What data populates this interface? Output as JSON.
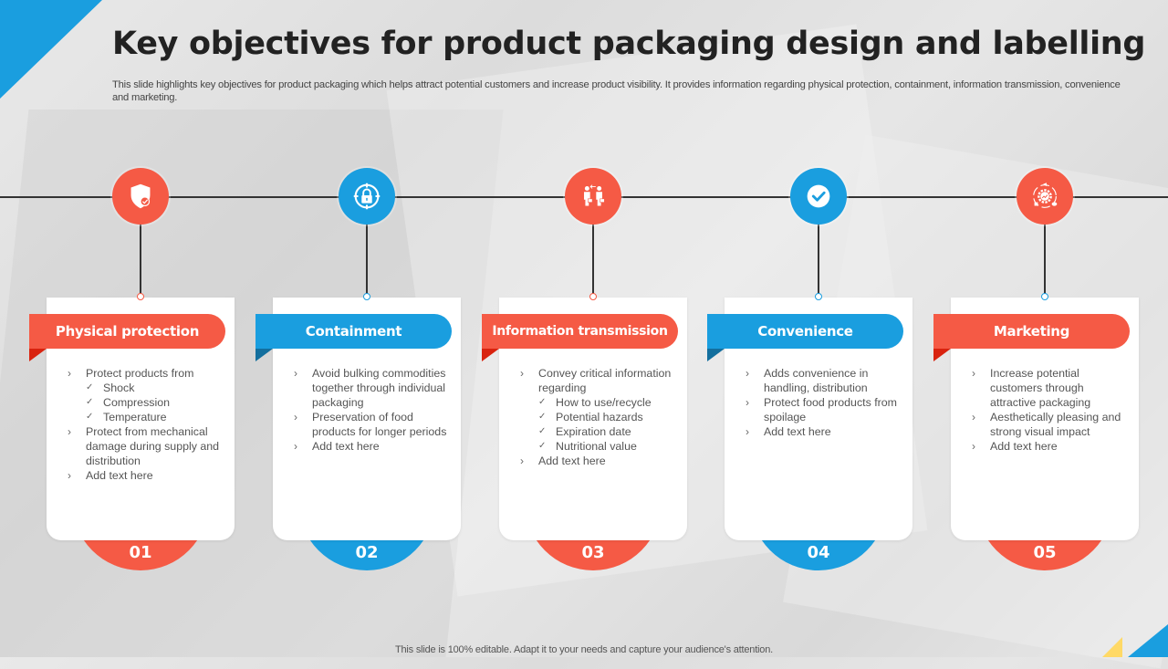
{
  "slide": {
    "title": "Key objectives for product packaging design and labelling",
    "subtitle": "This slide highlights key objectives for product packaging which helps attract potential customers and increase product visibility. It provides information regarding physical protection, containment, information transmission, convenience and marketing.",
    "footer": "This slide is 100% editable. Adapt it to your needs and capture your audience's attention."
  },
  "colors": {
    "red": "#f55a45",
    "red_dark": "#d9230f",
    "blue": "#1a9edf",
    "blue_dark": "#136f9e",
    "yellow": "#ffd966",
    "title": "#222222",
    "body_text": "#555555"
  },
  "objectives": [
    {
      "number": "01",
      "title": "Physical protection",
      "icon": "shield-check-icon",
      "color": "red",
      "points": [
        {
          "text": "Protect products from",
          "sub": [
            "Shock",
            "Compression",
            "Temperature"
          ]
        },
        {
          "text": "Protect from mechanical damage during supply and distribution"
        },
        {
          "text": "Add text here"
        }
      ]
    },
    {
      "number": "02",
      "title": "Containment",
      "icon": "lock-target-icon",
      "color": "blue",
      "points": [
        {
          "text": "Avoid bulking commodities together through individual packaging"
        },
        {
          "text": "Preservation of food products for longer periods"
        },
        {
          "text": "Add text here"
        }
      ]
    },
    {
      "number": "03",
      "title": "Information transmission",
      "icon": "people-exchange-icon",
      "color": "red",
      "points": [
        {
          "text": "Convey critical information regarding",
          "sub": [
            "How to use/recycle",
            "Potential hazards",
            "Expiration date",
            "Nutritional value"
          ]
        },
        {
          "text": "Add text here"
        }
      ]
    },
    {
      "number": "04",
      "title": "Convenience",
      "icon": "checkmark-icon",
      "color": "blue",
      "points": [
        {
          "text": "Adds convenience in handling, distribution"
        },
        {
          "text": "Protect food products from spoilage"
        },
        {
          "text": "Add text here"
        }
      ]
    },
    {
      "number": "05",
      "title": "Marketing",
      "icon": "marketing-gear-icon",
      "color": "red",
      "points": [
        {
          "text": "Increase potential customers through attractive packaging"
        },
        {
          "text": "Aesthetically pleasing and strong visual impact"
        },
        {
          "text": "Add text here"
        }
      ]
    }
  ]
}
